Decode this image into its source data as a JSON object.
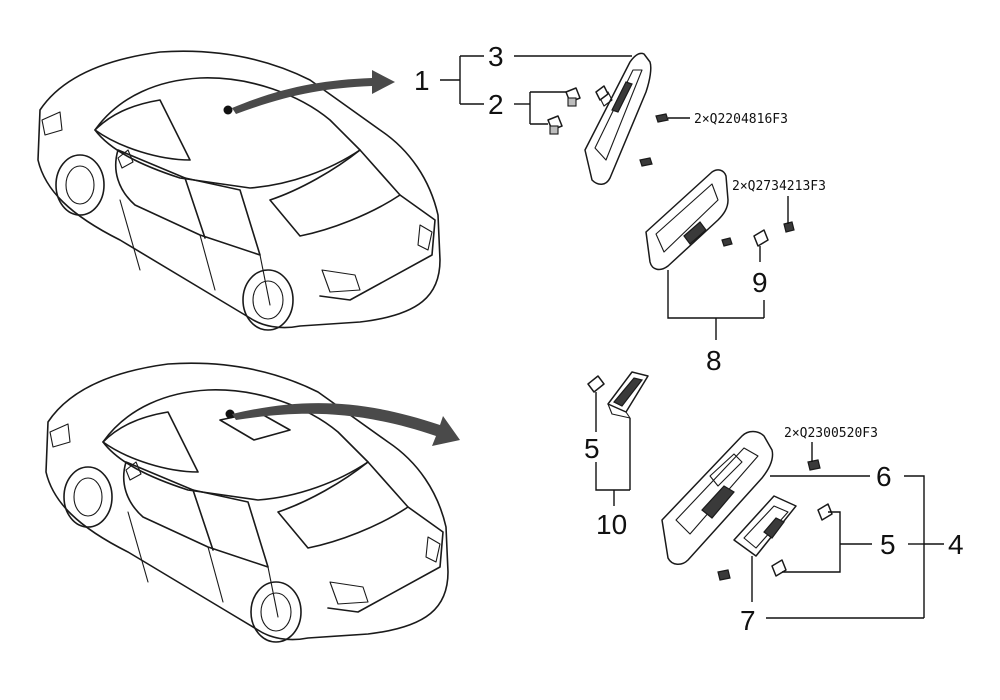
{
  "callouts": {
    "n1": "1",
    "n2": "2",
    "n3": "3",
    "n4": "4",
    "n5a": "5",
    "n5b": "5",
    "n6": "6",
    "n7": "7",
    "n8": "8",
    "n9": "9",
    "n10": "10"
  },
  "fasteners": {
    "f1": "2×Q2204816F3",
    "f2": "2×Q2734213F3",
    "f3": "2×Q2300520F3"
  },
  "colors": {
    "line": "#1a1a1a",
    "arrow": "#4a4a4a",
    "background": "#ffffff"
  }
}
